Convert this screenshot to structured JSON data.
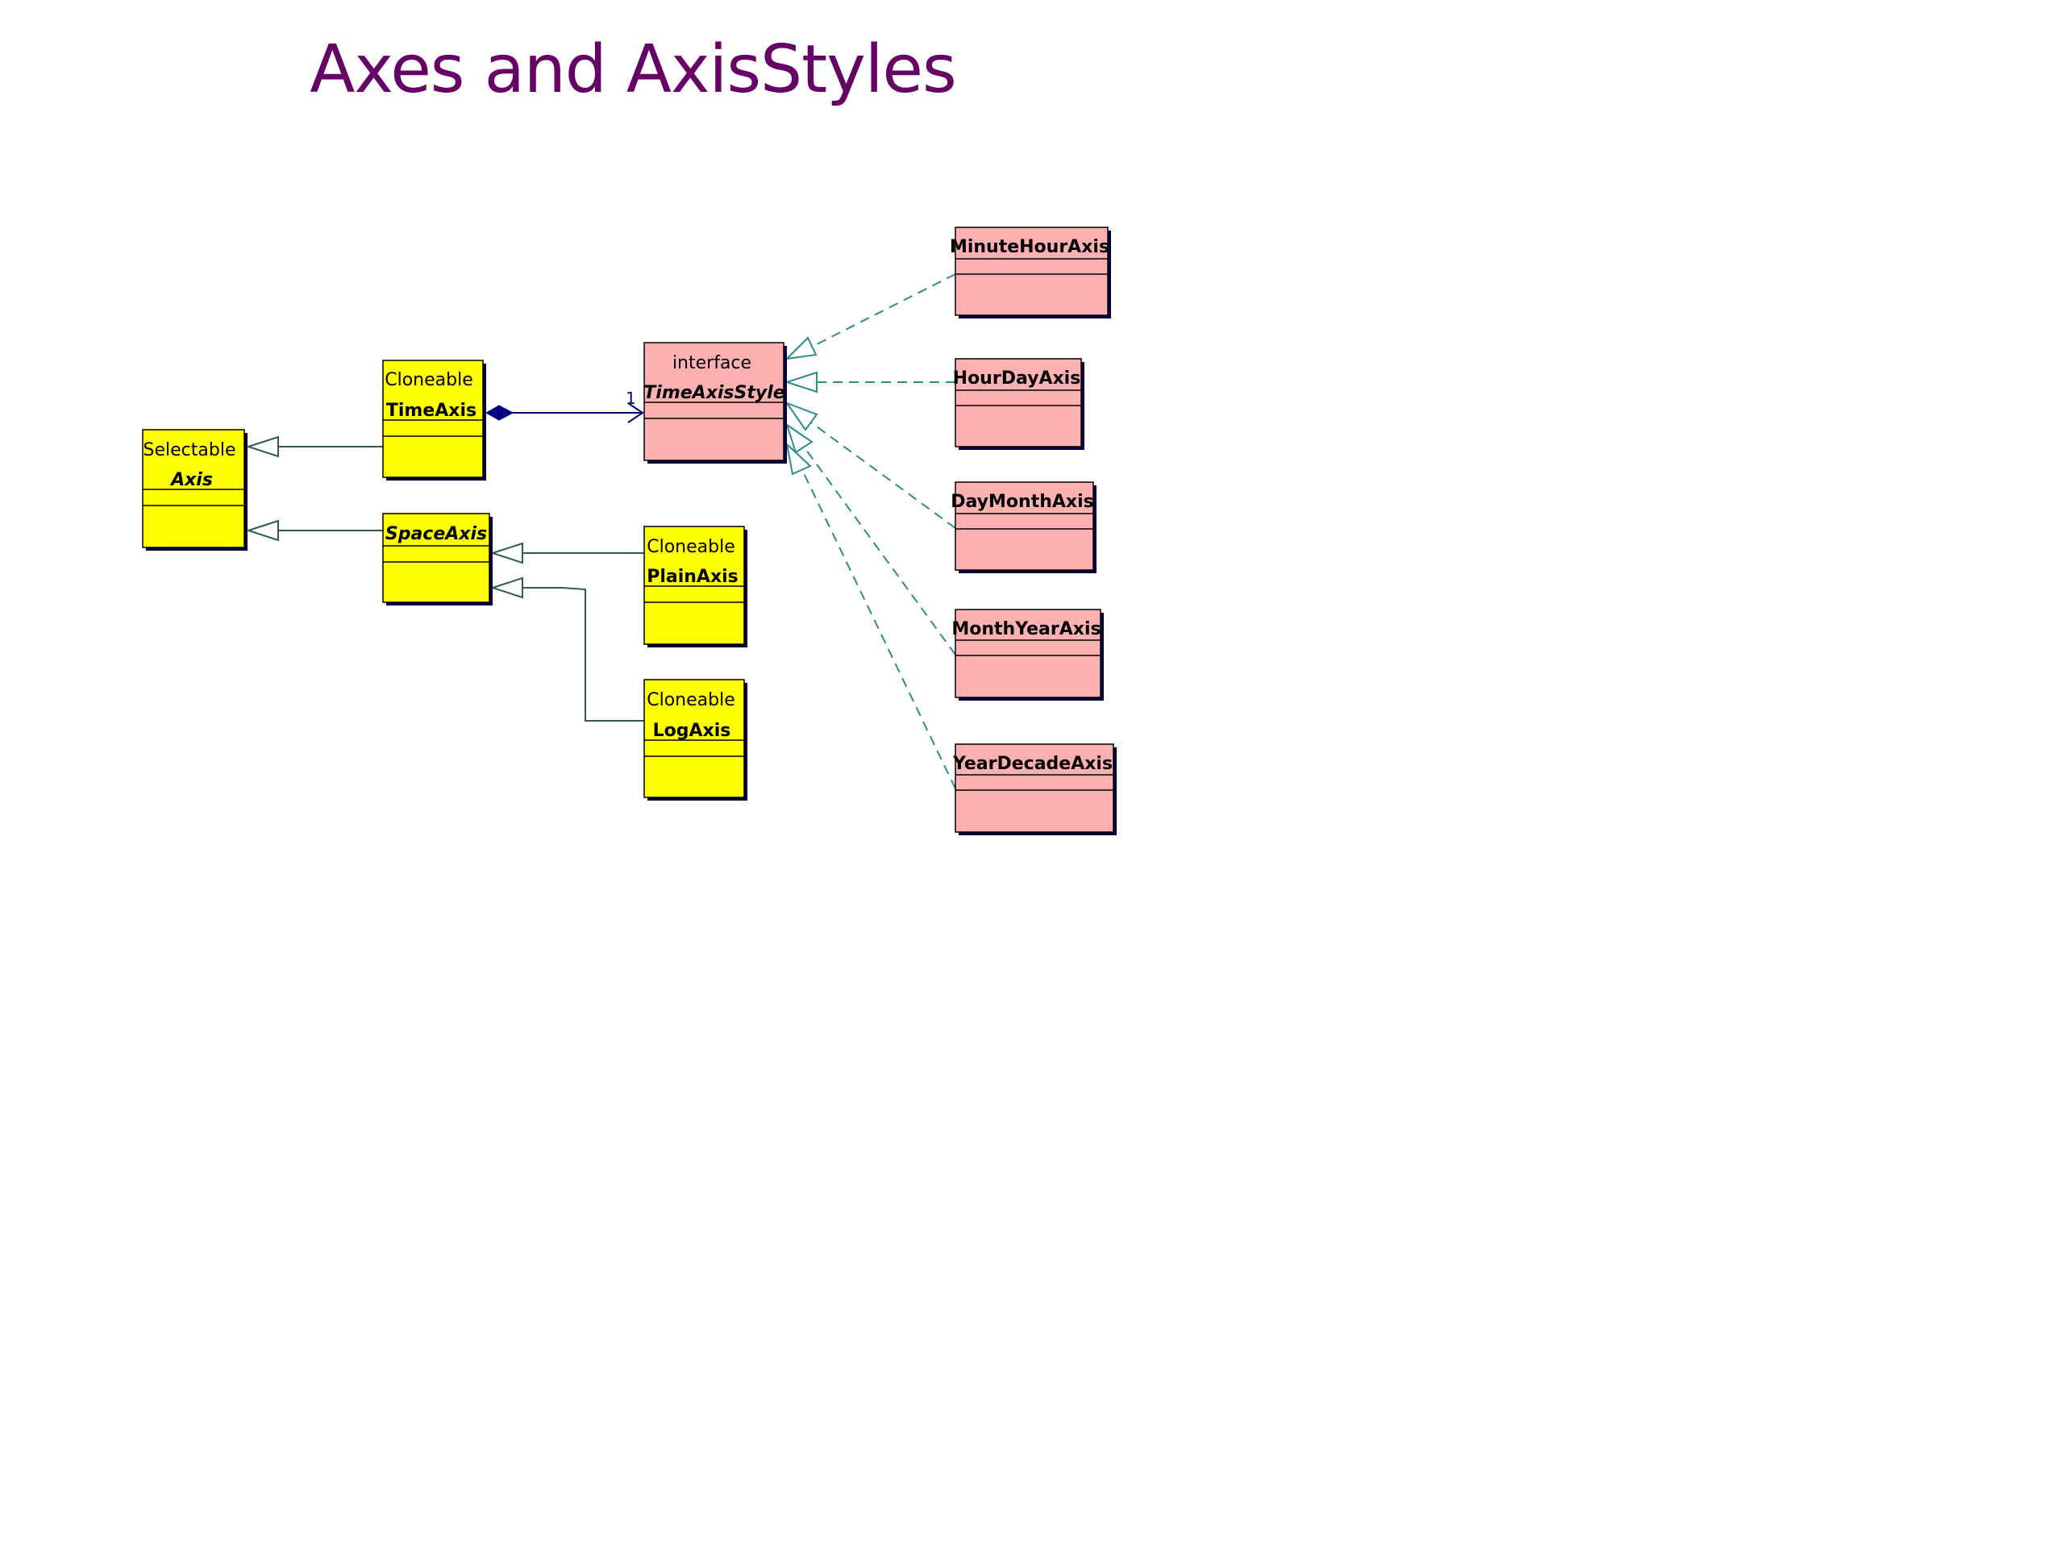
{
  "title": "Axes and AxisStyles",
  "colors": {
    "title": "#660066",
    "class_fill_yellow": "#ffff00",
    "class_fill_pink": "#ffb0b0",
    "class_border": "#000000",
    "class_shadow": "#000040",
    "inheritance_line": "#2f5a5a",
    "realization_line": "#2e8b8b",
    "composition_line": "#000080"
  },
  "classes": {
    "axis": {
      "stereotype": "Selectable",
      "name": "Axis",
      "abstract": true
    },
    "time_axis": {
      "stereotype": "Cloneable",
      "name": "TimeAxis",
      "abstract": false
    },
    "space_axis": {
      "stereotype": "",
      "name": "SpaceAxis",
      "abstract": true
    },
    "plain_axis": {
      "stereotype": "Cloneable",
      "name": "PlainAxis",
      "abstract": false
    },
    "log_axis": {
      "stereotype": "Cloneable",
      "name": "LogAxis",
      "abstract": false
    },
    "time_axis_style": {
      "stereotype": "interface",
      "name": "TimeAxisStyle",
      "abstract": true
    },
    "minute_hour_axis": {
      "stereotype": "",
      "name": "MinuteHourAxis",
      "abstract": false
    },
    "hour_day_axis": {
      "stereotype": "",
      "name": "HourDayAxis",
      "abstract": false
    },
    "day_month_axis": {
      "stereotype": "",
      "name": "DayMonthAxis",
      "abstract": false
    },
    "month_year_axis": {
      "stereotype": "",
      "name": "MonthYearAxis",
      "abstract": false
    },
    "year_decade_axis": {
      "stereotype": "",
      "name": "YearDecadeAxis",
      "abstract": false
    }
  },
  "relations": [
    {
      "type": "inheritance",
      "from": "TimeAxis",
      "to": "Axis"
    },
    {
      "type": "inheritance",
      "from": "SpaceAxis",
      "to": "Axis"
    },
    {
      "type": "inheritance",
      "from": "PlainAxis",
      "to": "SpaceAxis"
    },
    {
      "type": "inheritance",
      "from": "LogAxis",
      "to": "SpaceAxis"
    },
    {
      "type": "composition",
      "from": "TimeAxis",
      "to": "TimeAxisStyle",
      "multiplicity": "1"
    },
    {
      "type": "realization",
      "from": "MinuteHourAxis",
      "to": "TimeAxisStyle"
    },
    {
      "type": "realization",
      "from": "HourDayAxis",
      "to": "TimeAxisStyle"
    },
    {
      "type": "realization",
      "from": "DayMonthAxis",
      "to": "TimeAxisStyle"
    },
    {
      "type": "realization",
      "from": "MonthYearAxis",
      "to": "TimeAxisStyle"
    },
    {
      "type": "realization",
      "from": "YearDecadeAxis",
      "to": "TimeAxisStyle"
    }
  ]
}
